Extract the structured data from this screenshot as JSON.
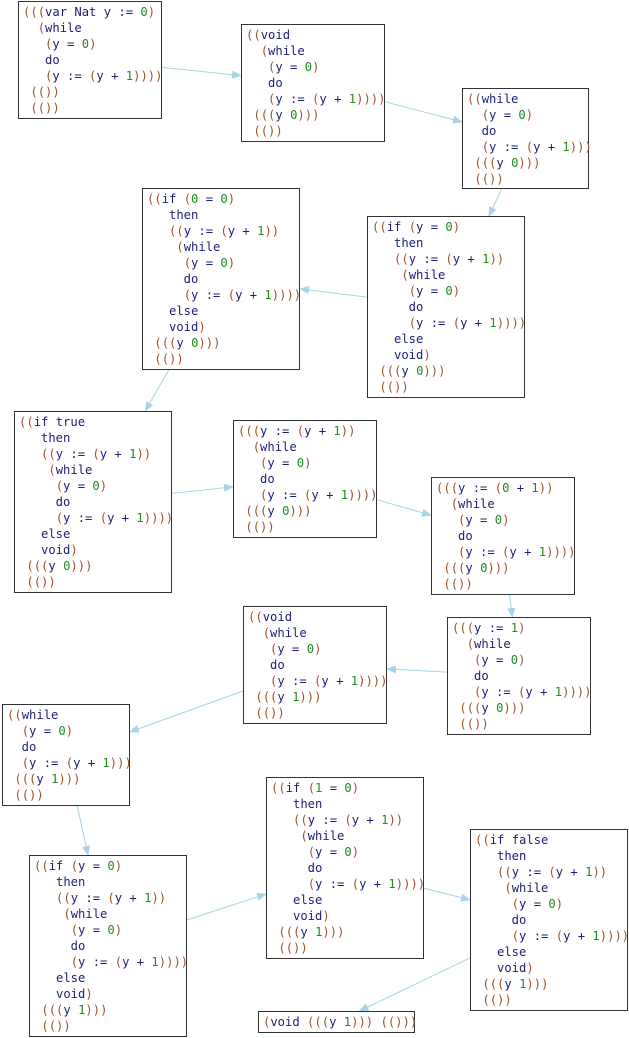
{
  "nodes": [
    {
      "id": "n1",
      "lines": [
        "(((var Nat y := 0)",
        "  (while",
        "   (y = 0)",
        "   do",
        "   (y := (y + 1))))",
        " (())",
        " (())"
      ]
    },
    {
      "id": "n2",
      "lines": [
        "((void",
        "  (while",
        "   (y = 0)",
        "   do",
        "   (y := (y + 1))))",
        " (((y 0)))",
        " (())"
      ]
    },
    {
      "id": "n3",
      "lines": [
        "((while",
        "  (y = 0)",
        "  do",
        "  (y := (y + 1)))",
        " (((y 0)))",
        " (())"
      ]
    },
    {
      "id": "n4",
      "lines": [
        "((if (y = 0)",
        "   then",
        "   ((y := (y + 1))",
        "    (while",
        "     (y = 0)",
        "     do",
        "     (y := (y + 1))))",
        "   else",
        "   void)",
        " (((y 0)))",
        " (())"
      ]
    },
    {
      "id": "n5",
      "lines": [
        "((if (0 = 0)",
        "   then",
        "   ((y := (y + 1))",
        "    (while",
        "     (y = 0)",
        "     do",
        "     (y := (y + 1))))",
        "   else",
        "   void)",
        " (((y 0)))",
        " (())"
      ]
    },
    {
      "id": "n6",
      "lines": [
        "((if true",
        "   then",
        "   ((y := (y + 1))",
        "    (while",
        "     (y = 0)",
        "     do",
        "     (y := (y + 1))))",
        "   else",
        "   void)",
        " (((y 0)))",
        " (())"
      ]
    },
    {
      "id": "n7",
      "lines": [
        "(((y := (y + 1))",
        "  (while",
        "   (y = 0)",
        "   do",
        "   (y := (y + 1))))",
        " (((y 0)))",
        " (())"
      ]
    },
    {
      "id": "n8",
      "lines": [
        "(((y := (0 + 1))",
        "  (while",
        "   (y = 0)",
        "   do",
        "   (y := (y + 1))))",
        " (((y 0)))",
        " (())"
      ]
    },
    {
      "id": "n9",
      "lines": [
        "(((y := 1)",
        "  (while",
        "   (y = 0)",
        "   do",
        "   (y := (y + 1))))",
        " (((y 0)))",
        " (())"
      ]
    },
    {
      "id": "n10",
      "lines": [
        "((void",
        "  (while",
        "   (y = 0)",
        "   do",
        "   (y := (y + 1))))",
        " (((y 1)))",
        " (())"
      ]
    },
    {
      "id": "n11",
      "lines": [
        "((while",
        "  (y = 0)",
        "  do",
        "  (y := (y + 1)))",
        " (((y 1)))",
        " (())"
      ]
    },
    {
      "id": "n12",
      "lines": [
        "((if (y = 0)",
        "   then",
        "   ((y := (y + 1))",
        "    (while",
        "     (y = 0)",
        "     do",
        "     (y := (y + 1))))",
        "   else",
        "   void)",
        " (((y 1)))",
        " (())"
      ]
    },
    {
      "id": "n13",
      "lines": [
        "((if (1 = 0)",
        "   then",
        "   ((y := (y + 1))",
        "    (while",
        "     (y = 0)",
        "     do",
        "     (y := (y + 1))))",
        "   else",
        "   void)",
        " (((y 1)))",
        " (())"
      ]
    },
    {
      "id": "n14",
      "lines": [
        "((if false",
        "   then",
        "   ((y := (y + 1))",
        "    (while",
        "     (y = 0)",
        "     do",
        "     (y := (y + 1))))",
        "   else",
        "   void)",
        " (((y 1)))",
        " (())"
      ]
    },
    {
      "id": "n15",
      "lines": [
        "(void (((y 1))) (()))"
      ]
    }
  ],
  "edges": [
    {
      "from": "n1",
      "to": "n2"
    },
    {
      "from": "n2",
      "to": "n3"
    },
    {
      "from": "n3",
      "to": "n4"
    },
    {
      "from": "n4",
      "to": "n5"
    },
    {
      "from": "n5",
      "to": "n6"
    },
    {
      "from": "n6",
      "to": "n7"
    },
    {
      "from": "n7",
      "to": "n8"
    },
    {
      "from": "n8",
      "to": "n9"
    },
    {
      "from": "n9",
      "to": "n10"
    },
    {
      "from": "n10",
      "to": "n11"
    },
    {
      "from": "n11",
      "to": "n12"
    },
    {
      "from": "n12",
      "to": "n13"
    },
    {
      "from": "n13",
      "to": "n14"
    },
    {
      "from": "n14",
      "to": "n15"
    }
  ],
  "colors": {
    "keyword": "#1e1e78",
    "paren": "#a0522d",
    "number": "#228b22",
    "edge": "#a8d4e6",
    "border": "#333333"
  }
}
